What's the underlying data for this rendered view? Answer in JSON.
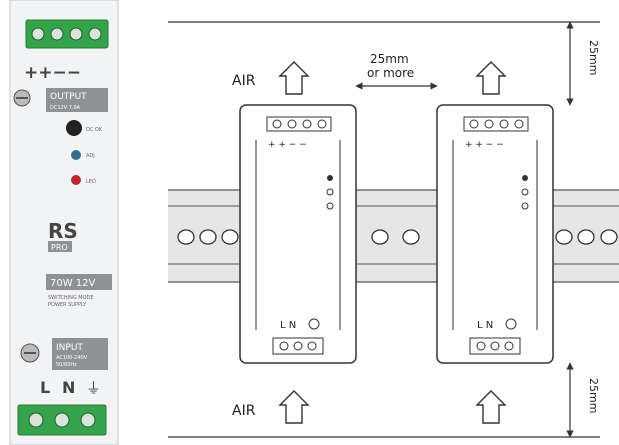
{
  "photo": {
    "polarity": "++−−",
    "output_label": "OUTPUT",
    "output_sub": "DC12V  7.0A",
    "dc_ok": "DC OK",
    "adj": "ADJ",
    "led": "LED",
    "brand_rs": "RS",
    "brand_pro": "PRO",
    "rating": "70W  12V",
    "type_line1": "SWITCHING MODE",
    "type_line2": "POWER SUPPLY",
    "input_label": "INPUT",
    "input_sub1": "AC100-240V",
    "input_sub2": "50/60Hz",
    "terminal_labels": [
      "L",
      "N",
      "⏚"
    ]
  },
  "diagram": {
    "air_label": "AIR",
    "gap_label_line1": "25mm",
    "gap_label_line2": "or more",
    "top_clearance": "25mm",
    "bottom_clearance": "25mm",
    "module_polarity": "+ + − −",
    "module_input": "L N"
  },
  "colors": {
    "connector_green": "#36a34c",
    "housing": "#f2f3f5",
    "label_grey": "#8f9195",
    "line": "#333333",
    "rail": "#e6e6e6"
  }
}
